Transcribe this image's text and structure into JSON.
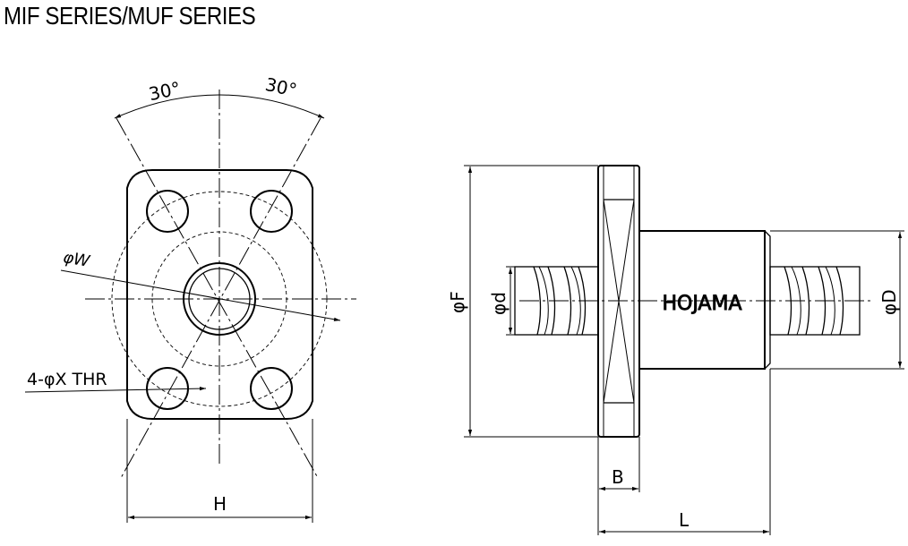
{
  "title": "MIF SERIES/MUF SERIES",
  "front_view": {
    "angle_left": "30°",
    "angle_right": "30°",
    "dim_w": "φW",
    "dim_x_thr": "4-φX THR",
    "dim_h": "H"
  },
  "side_view": {
    "dim_f": "φF",
    "dim_d_small": "φd",
    "dim_d_big": "φD",
    "dim_b": "B",
    "dim_l": "L",
    "brand": "HOJAMA"
  }
}
